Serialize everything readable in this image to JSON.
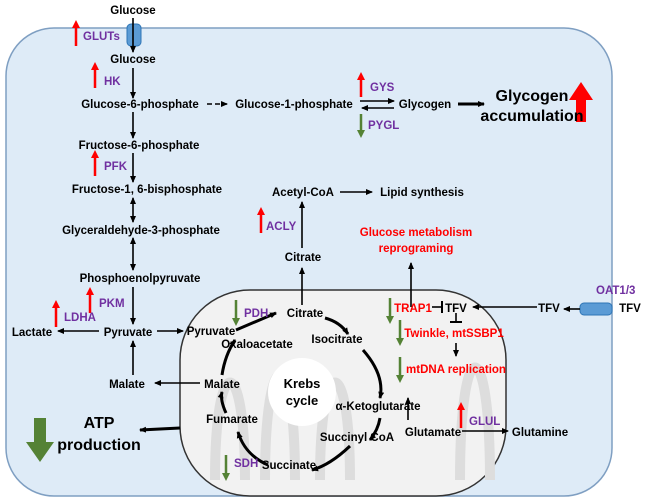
{
  "colors": {
    "cell": "#deebf7",
    "mito": "#f2f2f2",
    "enzyme": "#7030a0",
    "up": "#ff0000",
    "down": "#548235",
    "highlight": "#ff0000"
  },
  "outside": {
    "glucose": "Glucose",
    "transporter": "GLUTs",
    "tfv": "TFV",
    "oat": "OAT1/3"
  },
  "glycolysis": {
    "glucose": "Glucose",
    "hk": "HK",
    "g6p": "Glucose-6-phosphate",
    "g1p": "Glucose-1-phosphate",
    "glycogen": "Glycogen",
    "gys": "GYS",
    "pygl": "PYGL",
    "accum1": "Glycogen",
    "accum2": "accumulation",
    "f6p": "Fructose-6-phosphate",
    "pfk": "PFK",
    "f16bp": "Fructose-1, 6-bisphosphate",
    "g3p": "Glyceraldehyde-3-phosphate",
    "pep": "Phosphoenolpyruvate",
    "pkm": "PKM",
    "ldha": "LDHA",
    "lactate": "Lactate",
    "pyruvate": "Pyruvate",
    "malate": "Malate"
  },
  "cytosol": {
    "acetylcoa": "Acetyl-CoA",
    "lipid": "Lipid synthesis",
    "acly": "ACLY",
    "citrate": "Citrate",
    "reprog1": "Glucose metabolism",
    "reprog2": "reprograming",
    "tfv": "TFV",
    "atp1": "ATP",
    "atp2": "production"
  },
  "mito": {
    "pyruvate": "Pyruvate",
    "pdh": "PDH",
    "citrate": "Citrate",
    "isocitrate": "Isocitrate",
    "oxaloacetate": "Oxaloacetate",
    "malate": "Malate",
    "krebs1": "Krebs",
    "krebs2": "cycle",
    "akg": "α-Ketoglutarate",
    "fumarate": "Fumarate",
    "succinylcoa": "Succinyl CoA",
    "succinate": "Succinate",
    "sdh": "SDH",
    "glutamate": "Glutamate",
    "glul": "GLUL",
    "glutamine": "Glutamine",
    "trap1": "TRAP1",
    "twinkle": "Twinkle, mtSSBP1",
    "mtdna": "mtDNA replication"
  }
}
